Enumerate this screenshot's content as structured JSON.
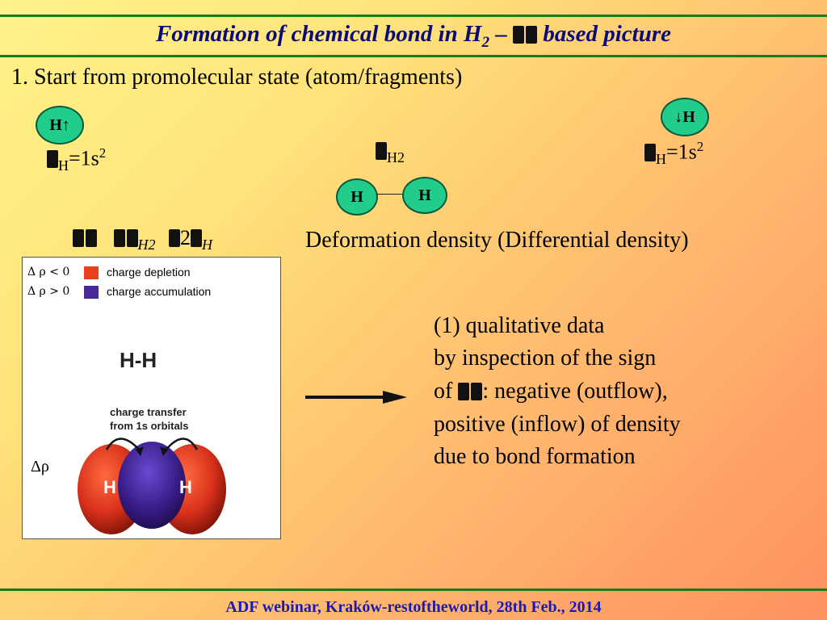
{
  "slide": {
    "title_main": "Formation of chemical bond in H",
    "title_sub": "2",
    "title_rest": " – ",
    "title_end": " based  picture",
    "step1": "1. Start from promolecular state (atom/fragments)"
  },
  "atoms": {
    "left_label": "H↑",
    "right_label": "↓H",
    "mol_left": "H",
    "mol_right": "H"
  },
  "equations": {
    "left_sub": "H",
    "left_eq": "=1s",
    "left_sup": "2",
    "right_sub": "H",
    "right_eq": "=1s",
    "right_sup": "2",
    "mid_sub": "H2",
    "deform_h2": "H2",
    "deform_two": "2",
    "deform_h": "H"
  },
  "deformation_heading": "Deformation density (Differential density)",
  "figure": {
    "legend": [
      {
        "lhs": "Δ ρ   <  0",
        "label": "charge depletion",
        "color": "#e8401c"
      },
      {
        "lhs": "Δ ρ   >  0",
        "label": "charge accumulation",
        "color": "#4a2a9a"
      }
    ],
    "molecule": "H-H",
    "transfer_line1": "charge transfer",
    "transfer_line2": "from 1s orbitals",
    "axis_label": "Δρ",
    "atom_left": "H",
    "atom_right": "H"
  },
  "description": {
    "line1": "(1) qualitative data",
    "line2": "by inspection of the sign",
    "line3_pre": "of ",
    "line3_post": ": negative (outflow),",
    "line4": "positive (inflow) of density",
    "line5": "due to bond formation"
  },
  "footer": "ADF webinar, Kraków-restoftheworld, 28th Feb., 2014"
}
